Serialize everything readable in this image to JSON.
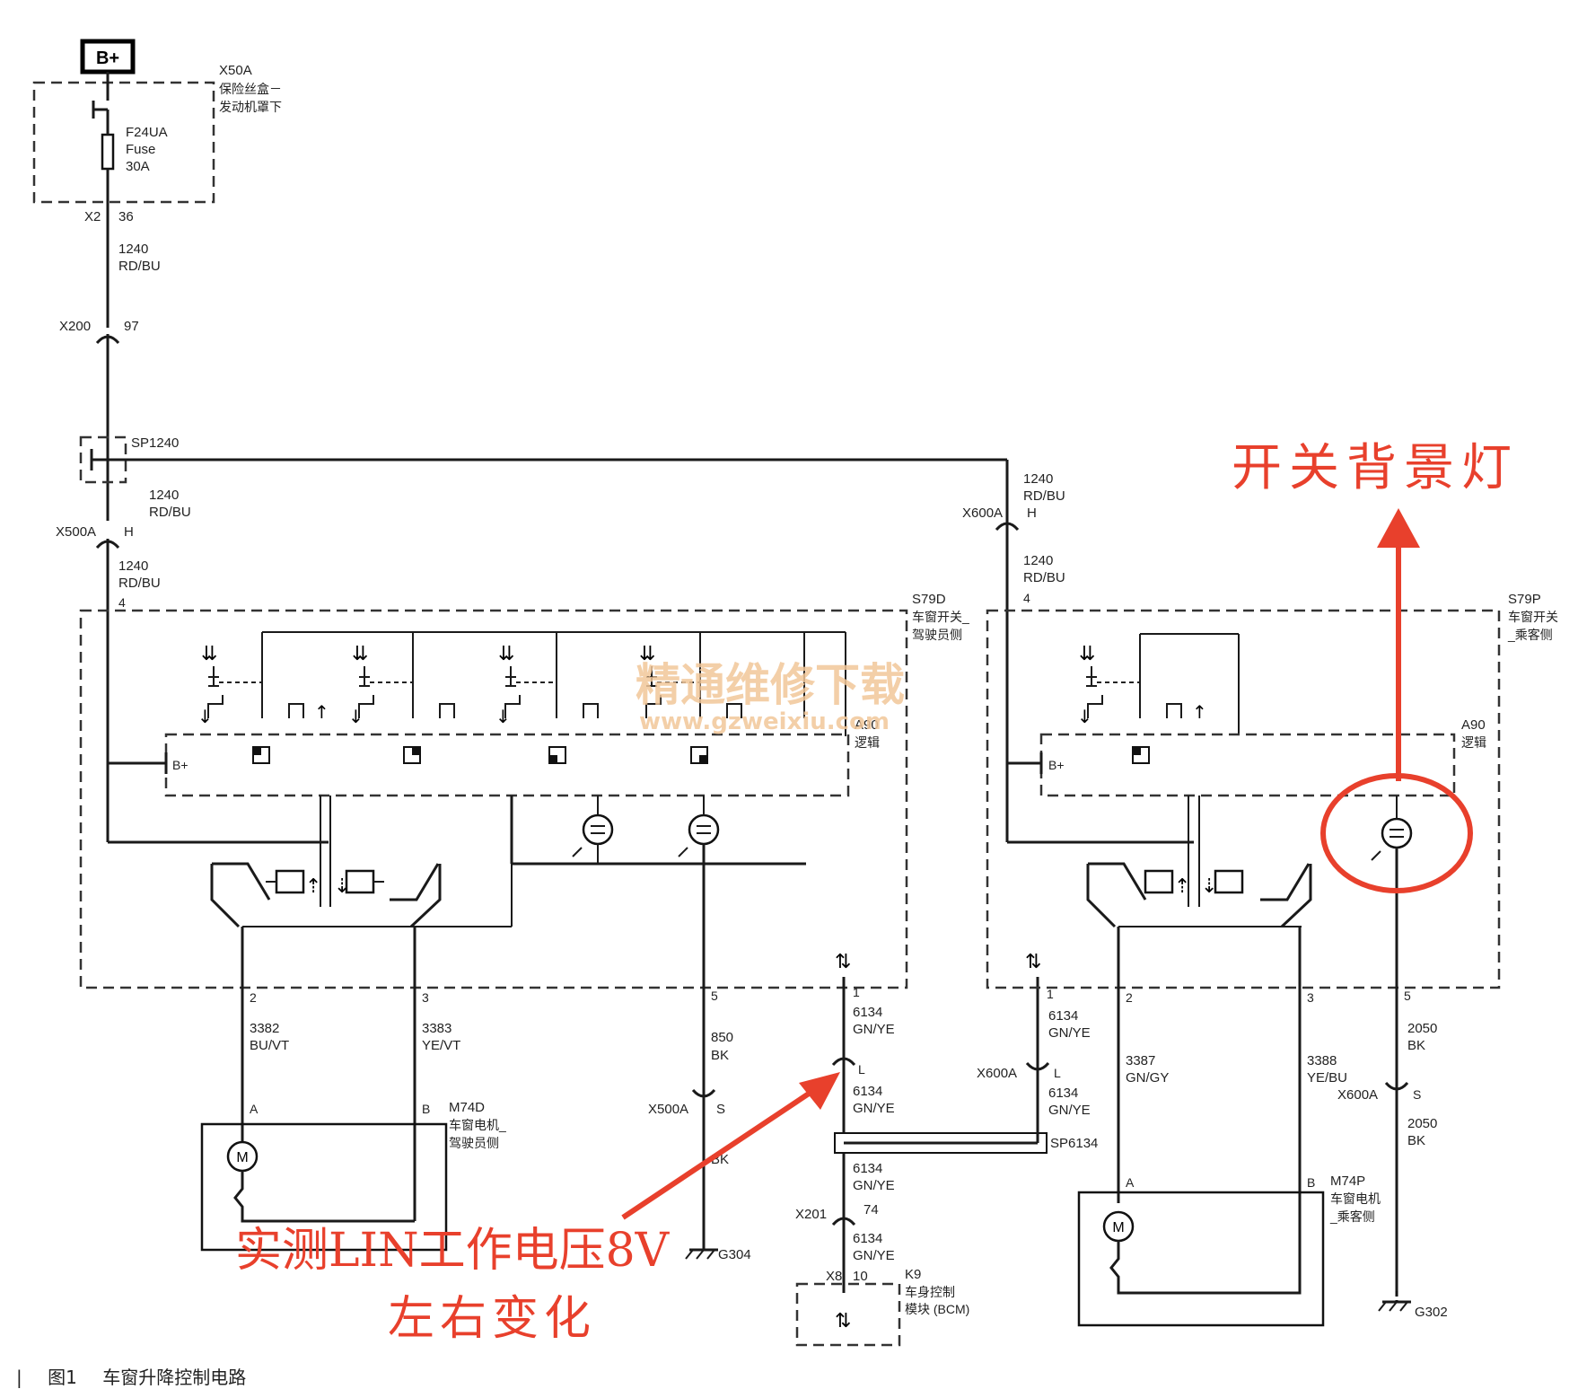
{
  "top": {
    "bplus": "B+",
    "fusebox_id": "X50A",
    "fusebox_desc1": "保险丝盒－",
    "fusebox_desc2": "发动机罩下",
    "fuse_id": "F24UA",
    "fuse_word": "Fuse",
    "fuse_rating": "30A",
    "conn_x2": "X2",
    "pin_36": "36",
    "x200": "X200",
    "pin_97": "97",
    "splice1": "SP1240",
    "x500a": "X500A",
    "pin_h": "H",
    "x600a": "X600A"
  },
  "wires": {
    "w1240": "1240",
    "rdbu": "RD/BU",
    "w3382": "3382",
    "buvt": "BU/VT",
    "w3383": "3383",
    "yevt": "YE/VT",
    "w850": "850",
    "bk": "BK",
    "w6134": "6134",
    "gnye": "GN/YE",
    "w3387": "3387",
    "gngy": "GN/GY",
    "w3388": "3388",
    "yebu": "YE/BU",
    "w2050": "2050",
    "sp6134": "SP6134",
    "x201": "X201",
    "pin_74": "74",
    "x8": "X8",
    "pin_10": "10"
  },
  "driver": {
    "switch_id": "S79D",
    "switch_desc1": "车窗开关_",
    "switch_desc2": "驾驶员侧",
    "logic_id": "A90",
    "logic_desc": "逻辑",
    "bplus": "B+",
    "pin_4": "4",
    "pin_2": "2",
    "pin_3": "3",
    "pin_5": "5",
    "pin_1": "1",
    "pin_L": "L",
    "pin_S": "S",
    "motor_id": "M74D",
    "motor_desc1": "车窗电机_",
    "motor_desc2": "驾驶员侧",
    "pin_A": "A",
    "pin_B": "B",
    "ground": "G304"
  },
  "passenger": {
    "switch_id": "S79P",
    "switch_desc1": "车窗开关",
    "switch_desc2": "_乘客侧",
    "logic_id": "A90",
    "logic_desc": "逻辑",
    "bplus": "B+",
    "motor_id": "M74P",
    "motor_desc1": "车窗电机",
    "motor_desc2": "_乘客侧",
    "ground": "G302"
  },
  "bcm": {
    "id": "K9",
    "desc1": "车身控制",
    "desc2": "模块 (BCM)"
  },
  "annotations": {
    "backlight": "开关背景灯",
    "lin_line1": "实测LIN工作电压8V",
    "lin_line2": "左右变化",
    "color": "#e8402c"
  },
  "watermark": {
    "title": "精通维修下载",
    "url": "www.gzweixiu.com"
  },
  "caption": {
    "fig": "图1",
    "title": "车窗升降控制电路"
  },
  "icons": [
    "motor-icon",
    "lamp-icon",
    "ground-icon",
    "fuse-icon",
    "updown-arrow-icon"
  ]
}
